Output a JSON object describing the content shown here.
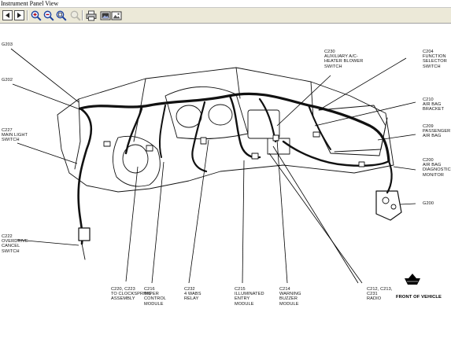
{
  "window": {
    "title": "Instrument Panel View"
  },
  "toolbar": {
    "buttons": [
      {
        "name": "back",
        "icon": "left-arrow-icon"
      },
      {
        "name": "forward",
        "icon": "right-arrow-icon"
      },
      {
        "name": "zoom-in",
        "icon": "zoom-in-icon"
      },
      {
        "name": "zoom-out",
        "icon": "zoom-out-icon"
      },
      {
        "name": "zoom-fit",
        "icon": "zoom-fit-icon"
      },
      {
        "name": "zoom-reset",
        "icon": "zoom-reset-icon"
      },
      {
        "name": "print",
        "icon": "printer-icon"
      },
      {
        "name": "export",
        "icon": "export-image-icon"
      }
    ]
  },
  "diagram": {
    "labels": {
      "g203": "G203",
      "g202": "G202",
      "c227": "C227\nMAIN LIGHT\nSWITCH",
      "c222": "C222\nOVERDRIVE\nCANCEL\nSWITCH",
      "c220": "C220, C223\nTO CLOCKSPRING\nASSEMBLY",
      "c216": "C216\nWIPER\nCONTROL\nMODULE",
      "c232": "C232\n4 WABS\nRELAY",
      "c215": "C215\nILLUMINATED\nENTRY\nMODULE",
      "c214": "C214\nWARNING\nBUZZER\nMODULE",
      "c212": "C212, C213,\nC231\nRADIO",
      "c230": "C230\nAUXILIARY A/C-\nHEATER BLOWER\nSWITCH",
      "c204": "C204\nFUNCTION\nSELECTOR\nSWITCH",
      "c210": "C210\nAIR BAG\nBRACKET",
      "c209": "C209\nPASSENGER\nAIR BAG",
      "c200": "C200\nAIR BAG\nDIAGNOSTIC\nMONITOR",
      "g200": "G200"
    },
    "front_of_vehicle": "FRONT OF VEHICLE"
  }
}
